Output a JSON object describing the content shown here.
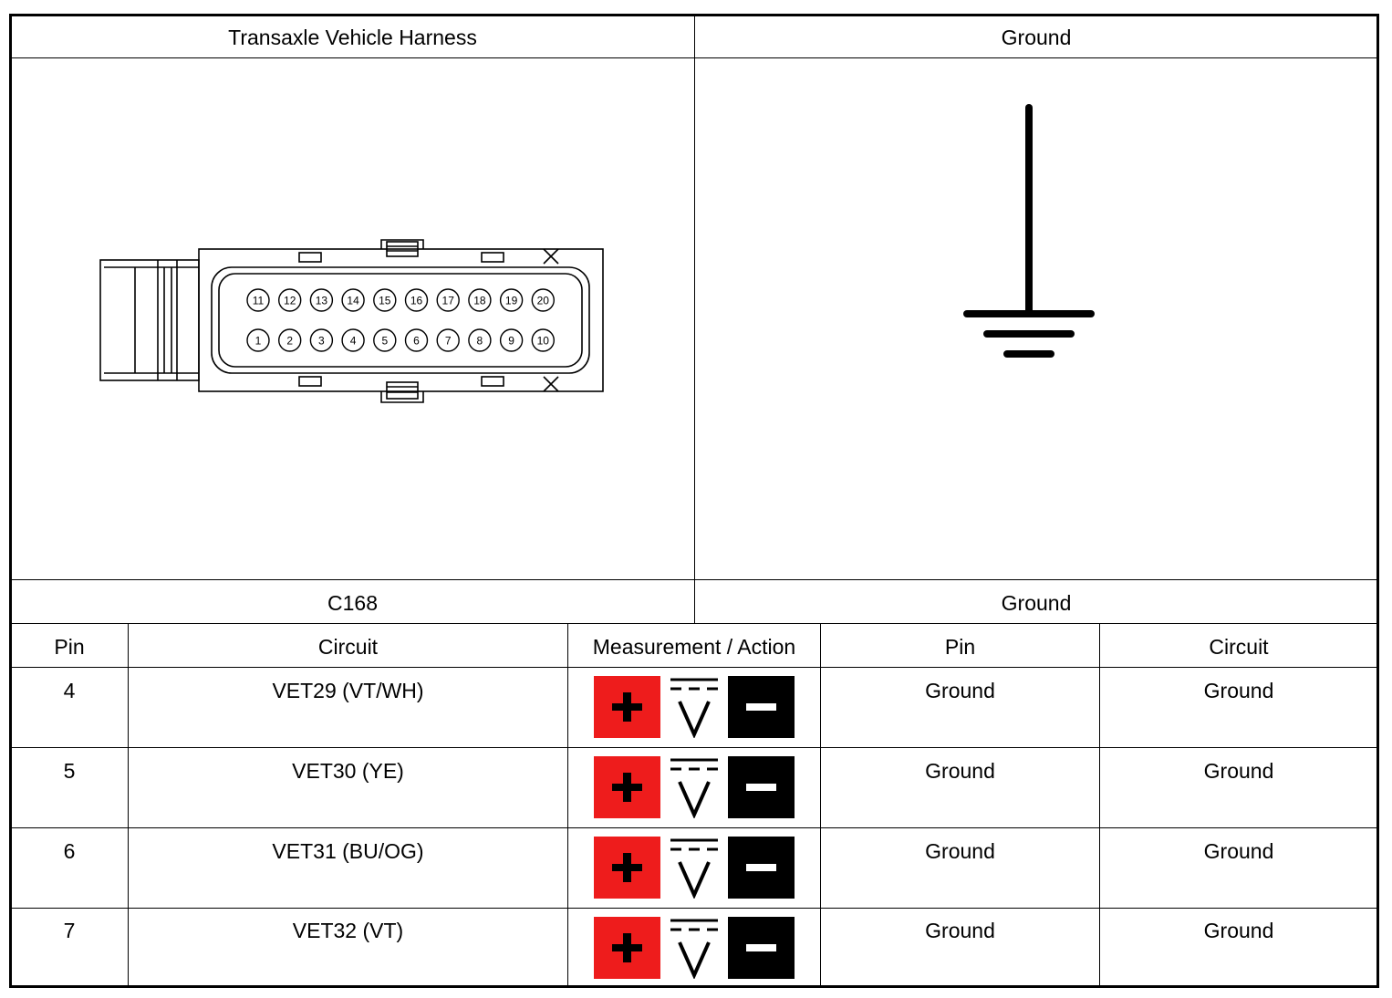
{
  "header": {
    "left_title": "Transaxle Vehicle Harness",
    "right_title": "Ground"
  },
  "connector": {
    "top_row_pins": [
      "11",
      "12",
      "13",
      "14",
      "15",
      "16",
      "17",
      "18",
      "19",
      "20"
    ],
    "bottom_row_pins": [
      "1",
      "2",
      "3",
      "4",
      "5",
      "6",
      "7",
      "8",
      "9",
      "10"
    ]
  },
  "labels": {
    "left_connector": "C168",
    "right_connector": "Ground"
  },
  "table": {
    "columns": [
      "Pin",
      "Circuit",
      "Measurement / Action",
      "Pin",
      "Circuit"
    ],
    "rows": [
      {
        "pin": "4",
        "circuit": "VET29 (VT/WH)",
        "pin2": "Ground",
        "circuit2": "Ground"
      },
      {
        "pin": "5",
        "circuit": "VET30 (YE)",
        "pin2": "Ground",
        "circuit2": "Ground"
      },
      {
        "pin": "6",
        "circuit": "VET31 (BU/OG)",
        "pin2": "Ground",
        "circuit2": "Ground"
      },
      {
        "pin": "7",
        "circuit": "VET32 (VT)",
        "pin2": "Ground",
        "circuit2": "Ground"
      }
    ]
  },
  "icons": {
    "measurement": "dc-voltmeter-icon",
    "ground": "ground-symbol-icon",
    "plus_color": "#ee1c1c",
    "minus_color": "#000000"
  }
}
